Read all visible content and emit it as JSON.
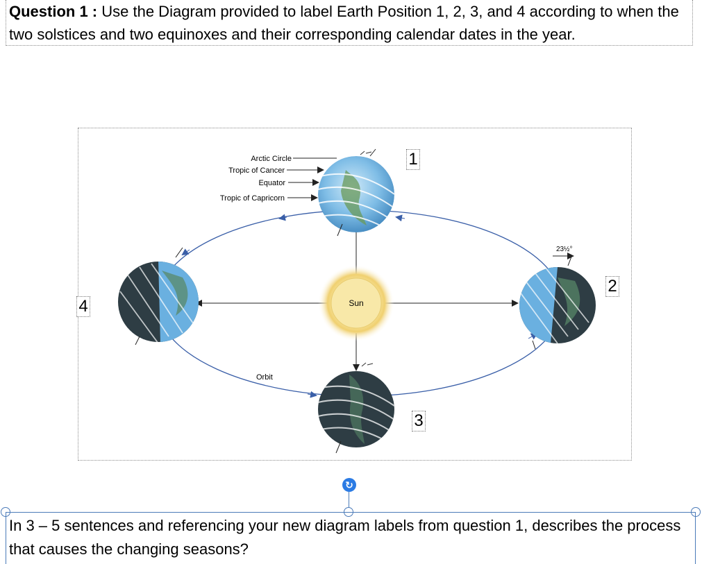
{
  "question1": {
    "label": "Question 1 :",
    "text": "Use the Diagram provided to label Earth Position 1, 2, 3, and 4 according to when the two solstices and two equinoxes and their corresponding calendar dates in the year."
  },
  "diagram": {
    "latitude_labels": {
      "arctic_circle": "Arctic Circle",
      "tropic_of_cancer": "Tropic of Cancer",
      "equator": "Equator",
      "tropic_of_capricorn": "Tropic of Capricorn"
    },
    "sun_label": "Sun",
    "orbit_label": "Orbit",
    "tilt_label": "23½°",
    "colors": {
      "sun": "#f6e08a",
      "earth_day": "#6ab0e0",
      "earth_night": "#2e3d44",
      "orbit": "#3a5fa8"
    }
  },
  "position_labels": {
    "p1": "1",
    "p2": "2",
    "p3": "3",
    "p4": "4"
  },
  "question2": {
    "text": "In 3 – 5 sentences and referencing your new diagram labels from question 1, describes the process that causes the changing seasons?"
  },
  "icons": {
    "rotate": "rotate-icon"
  }
}
